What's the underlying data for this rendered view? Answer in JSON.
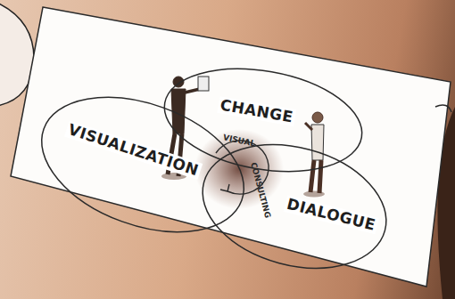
{
  "diagram": {
    "nodes": [
      {
        "text": [
          "VISUALIZATION"
        ]
      },
      {
        "text": [
          "CHANGE"
        ]
      },
      {
        "text": [
          "DIALOGUE"
        ]
      }
    ],
    "labels": [
      "VISUAL",
      "CONSULTING"
    ]
  }
}
